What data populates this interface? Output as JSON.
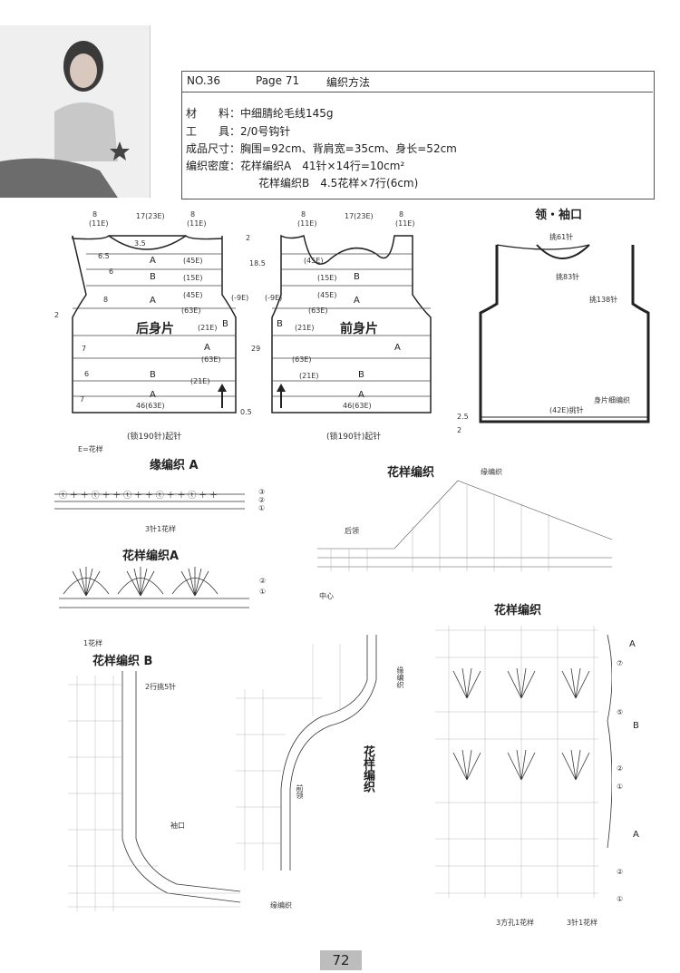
{
  "header": {
    "no": "NO.36",
    "page": "Page 71",
    "method": "编织方法"
  },
  "specs": [
    {
      "label": "材　　料",
      "value": "中细腈纶毛线145g"
    },
    {
      "label": "工　　具",
      "value": "2/0号钩针"
    },
    {
      "label": "成品尺寸",
      "value": "胸围=92cm、背肩宽=35cm、身长=52cm"
    },
    {
      "label": "编织密度",
      "value": "花样编织A　41针×14行=10cm²"
    },
    {
      "label": "",
      "value": "花样编织B　4.5花样×7行(6cm)"
    }
  ],
  "back": {
    "title": "后身片",
    "top_dims": [
      "8",
      "(11E)",
      "17(23E)",
      "8",
      "(11E)"
    ],
    "rows": [
      "A",
      "B",
      "A",
      "B",
      "A",
      "B",
      "A"
    ],
    "row_counts": [
      "(45E)",
      "(15E)",
      "(45E)",
      "(63E)",
      "(21E)",
      "(63E)",
      "(21E)",
      "46(63E)"
    ],
    "left_dims": [
      "3.5",
      "6.5",
      "6",
      "8",
      "2",
      "7",
      "6",
      "7"
    ],
    "bottom": "(锁190针)起针",
    "note": "E=花样"
  },
  "front": {
    "title": "前身片",
    "top_dims": [
      "8",
      "(11E)",
      "17(23E)",
      "8",
      "(11E)"
    ],
    "rows": [
      "B",
      "A",
      "B",
      "A",
      "B",
      "A"
    ],
    "row_counts": [
      "(45E)",
      "(15E)",
      "(45E)",
      "(63E)",
      "(21E)",
      "(63E)",
      "(21E)",
      "46(63E)"
    ],
    "side_dims": [
      "2",
      "18.5",
      "29",
      "0.5",
      "(-9E)",
      "(-9E)"
    ],
    "bottom": "(锁190针)起针"
  },
  "collar": {
    "title": "领・袖口",
    "notes": [
      "挑61针",
      "挑83针",
      "挑138针",
      "(42E)挑针",
      "身片细编织",
      "2.5",
      "2"
    ]
  },
  "edge_a": {
    "title": "缘编织 A",
    "label": "3针1花样",
    "rows": [
      "③",
      "②",
      "①"
    ]
  },
  "pattern_top": {
    "title": "花样编织",
    "labels": [
      "缘编织",
      "后领",
      "中心"
    ]
  },
  "pattern_a": {
    "title": "花样编织A",
    "label": "1花样",
    "rows": [
      "②",
      "①"
    ]
  },
  "pattern_b": {
    "title": "花样编织 B",
    "labels": [
      "2行挑5针",
      "袖口",
      "缘编织"
    ]
  },
  "pattern_mid": {
    "title": "花样编织",
    "labels": [
      "前领",
      "缘编织"
    ]
  },
  "pattern_right": {
    "title": "花样编织",
    "labels": [
      "3方孔1花样",
      "3针1花样",
      "A",
      "B",
      "A"
    ],
    "rows": [
      "⑦",
      "⑤",
      "②",
      "①",
      "②",
      "①"
    ]
  },
  "page_number": "72"
}
